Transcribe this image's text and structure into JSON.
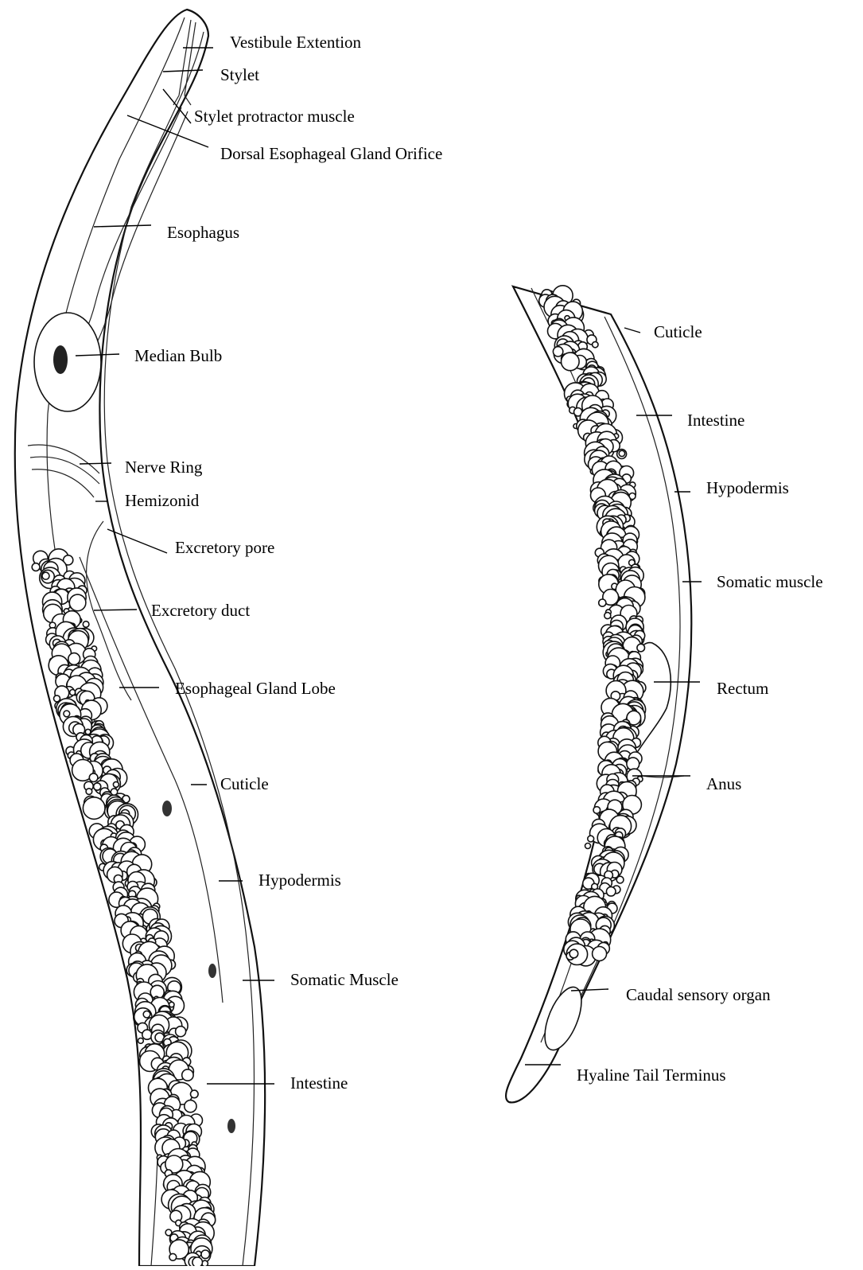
{
  "diagram": {
    "anterior_labels": [
      "Vestibule Extention",
      "Stylet",
      "Stylet protractor muscle",
      "Dorsal Esophageal Gland Orifice",
      "Esophagus",
      "Median Bulb",
      "Nerve Ring",
      "Hemizonid",
      "Excretory pore",
      "Excretory duct",
      "Esophageal Gland Lobe",
      "Cuticle",
      "Hypodermis",
      "Somatic Muscle",
      "Intestine"
    ],
    "posterior_labels": [
      "Cuticle",
      "Intestine",
      "Hypodermis",
      "Somatic muscle",
      "Rectum",
      "Anus",
      "Caudal sensory organ",
      "Hyaline Tail Terminus"
    ],
    "colors": {
      "ink": "#000000",
      "background": "#ffffff"
    }
  }
}
